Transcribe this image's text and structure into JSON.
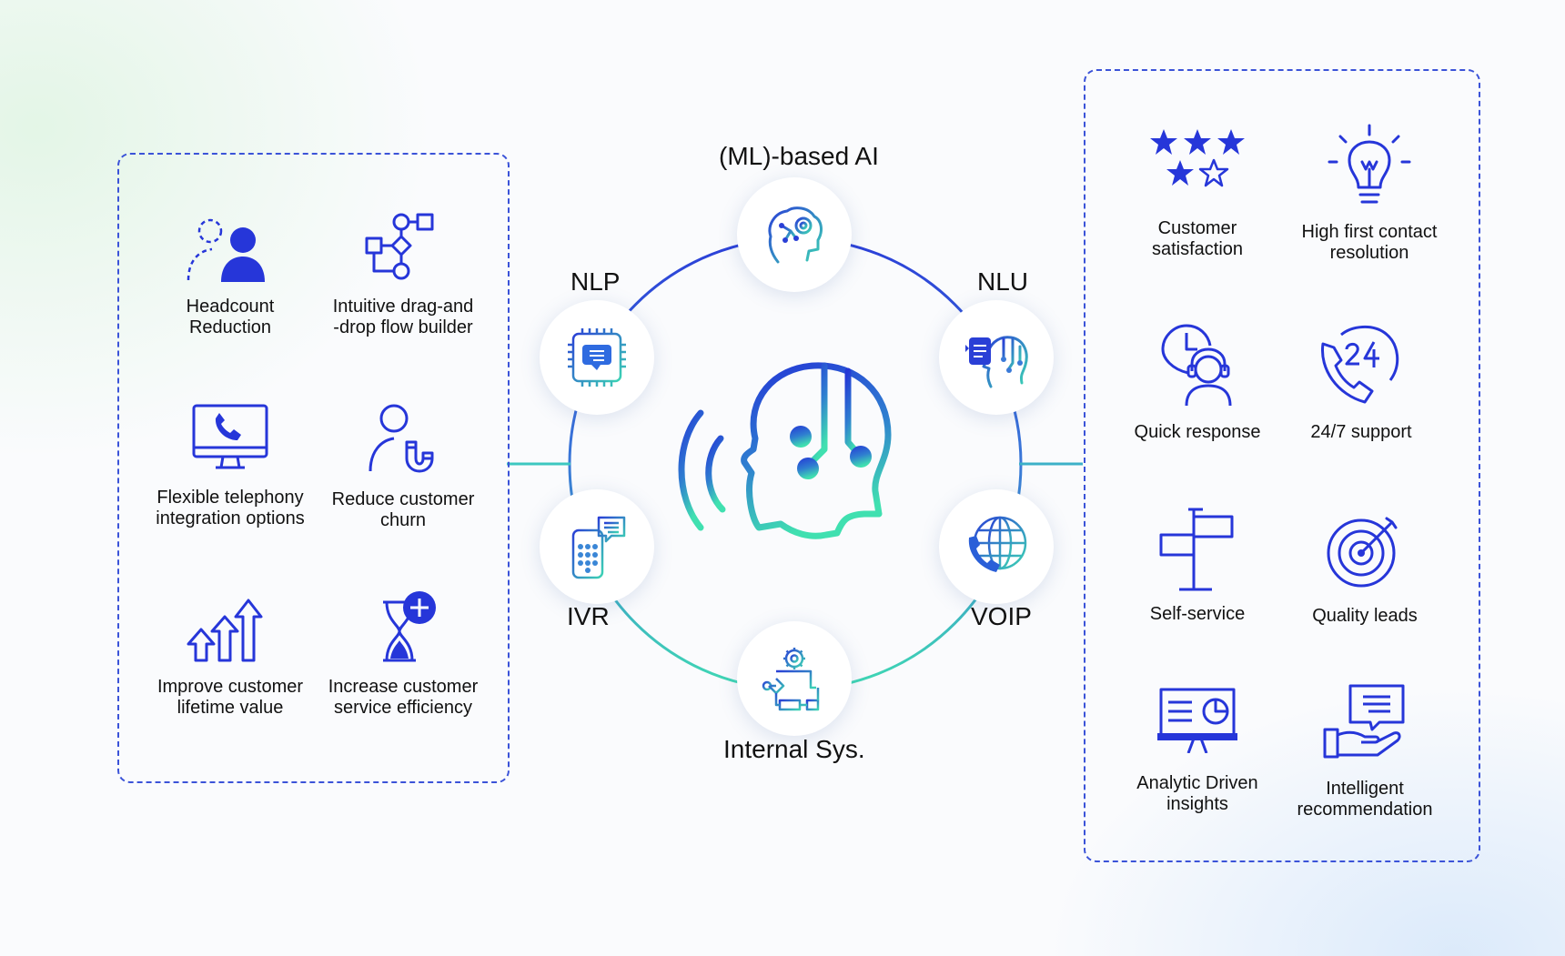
{
  "colors": {
    "accent_blue": "#2636d9",
    "gradient_top": "#2436d6",
    "gradient_bottom": "#3ad8b2",
    "panel_border": "#3b53d8"
  },
  "center": {
    "icon": "ai-head-voice-icon"
  },
  "nodes": [
    {
      "id": "ml",
      "label": "(ML)-based AI",
      "icon": "brain-gear-icon"
    },
    {
      "id": "nlp",
      "label": "NLP",
      "icon": "chip-chat-icon"
    },
    {
      "id": "nlu",
      "label": "NLU",
      "icon": "head-circuit-icon"
    },
    {
      "id": "ivr",
      "label": "IVR",
      "icon": "phone-keypad-icon"
    },
    {
      "id": "voip",
      "label": "VOIP",
      "icon": "globe-phone-icon"
    },
    {
      "id": "internal",
      "label": "Internal Sys.",
      "icon": "workflow-gear-icon"
    }
  ],
  "left_panel": {
    "items": [
      {
        "label": "Headcount\nReduction",
        "icon": "users-icon"
      },
      {
        "label": "Intuitive drag-and\n-drop flow builder",
        "icon": "flowchart-icon"
      },
      {
        "label": "Flexible telephony\nintegration options",
        "icon": "monitor-phone-icon"
      },
      {
        "label": "Reduce customer\nchurn",
        "icon": "magnet-user-icon"
      },
      {
        "label": "Improve customer\nlifetime value",
        "icon": "growth-arrows-icon"
      },
      {
        "label": "Increase customer\nservice efficiency",
        "icon": "hourglass-plus-icon"
      }
    ]
  },
  "right_panel": {
    "items": [
      {
        "label": "Customer\nsatisfaction",
        "icon": "stars-icon"
      },
      {
        "label": "High first contact\nresolution",
        "icon": "lightbulb-icon"
      },
      {
        "label": "Quick response",
        "icon": "clock-agent-icon"
      },
      {
        "label": "24/7 support",
        "icon": "phone-24-icon"
      },
      {
        "label": "Self-service",
        "icon": "signpost-icon"
      },
      {
        "label": "Quality leads",
        "icon": "target-icon"
      },
      {
        "label": "Analytic Driven\ninsights",
        "icon": "presentation-chart-icon"
      },
      {
        "label": "Intelligent\nrecommendation",
        "icon": "hand-message-icon"
      }
    ]
  }
}
